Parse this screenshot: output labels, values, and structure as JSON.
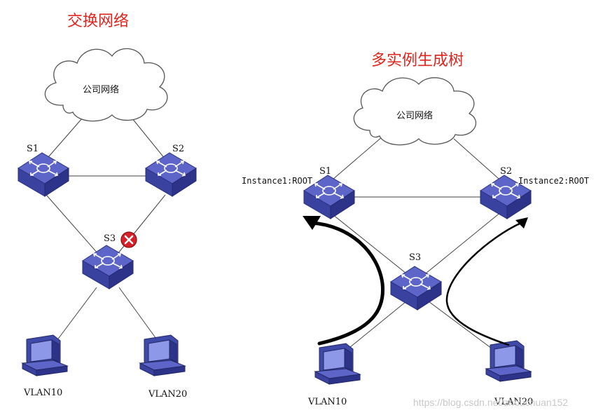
{
  "left": {
    "title": "交换网络",
    "cloud_label": "公司网络",
    "switches": [
      "S1",
      "S2",
      "S3"
    ],
    "pcs": [
      "VLAN10",
      "VLAN20"
    ],
    "blocked_icon": "red-x-icon"
  },
  "right": {
    "title": "多实例生成树",
    "cloud_label": "公司网络",
    "switches": [
      "S1",
      "S2",
      "S3"
    ],
    "instances": [
      "Instance1:ROOT",
      "Instance2:ROOT"
    ],
    "pcs": [
      "VLAN10",
      "VLAN20"
    ]
  },
  "watermark": "https://blog.csdn.net/zhouchuan152",
  "colors": {
    "title": "#e0241c",
    "switch": "#4a55b5",
    "blocked": "#d8202a"
  }
}
